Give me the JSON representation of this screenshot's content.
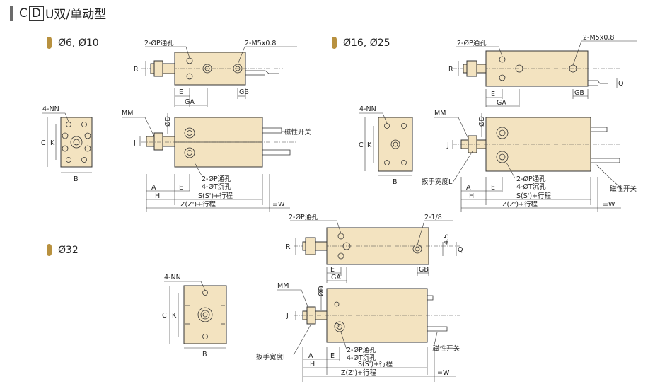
{
  "header": {
    "prefix": "C",
    "boxed": "D",
    "suffix": "U双/单动型"
  },
  "sections": [
    {
      "label": "Ø6, Ø10"
    },
    {
      "label": "Ø16, Ø25"
    },
    {
      "label": "Ø32"
    }
  ],
  "dims": {
    "port": "2-ØP通孔",
    "thread_small": "2-M5x0.8",
    "thread_large": "2-1/8",
    "nn": "4-NN",
    "mm": "MM",
    "od": "ØD",
    "r": "R",
    "e": "E",
    "gb": "GB",
    "ga": "GA",
    "c": "C",
    "k": "K",
    "b": "B",
    "j": "J",
    "a": "A",
    "h": "H",
    "q": "Q",
    "counterbore": "4-ØT沉孔",
    "s": "S(S')+行程",
    "z": "Z(Z')+行程",
    "w": "=W",
    "switch": "磁性开关",
    "wrench": "扳手宽度L",
    "r45": "4.5"
  },
  "colors": {
    "body": "#f3e3c0",
    "line": "#333333",
    "accent": "#b8913f"
  }
}
